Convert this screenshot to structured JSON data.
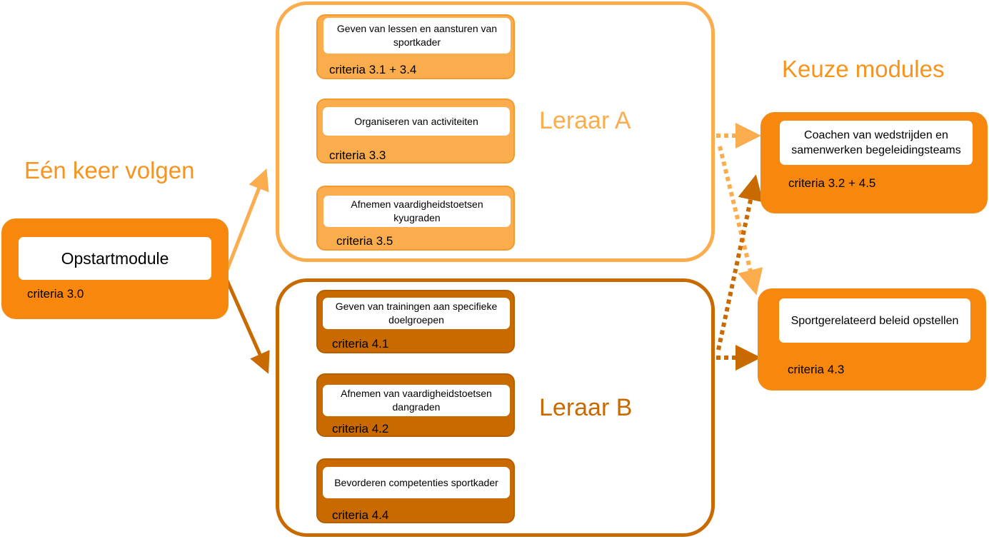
{
  "headings": {
    "once": "Eén keer volgen",
    "choice": "Keuze modules"
  },
  "start_module": {
    "title": "Opstartmodule",
    "criteria": "criteria 3.0"
  },
  "group_a": {
    "label": "Leraar A",
    "modules": [
      {
        "title": "Geven van lessen en aansturen van sportkader",
        "criteria": "criteria 3.1 + 3.4"
      },
      {
        "title": "Organiseren van activiteiten",
        "criteria": "criteria 3.3"
      },
      {
        "title": "Afnemen vaardigheidstoetsen kyugraden",
        "criteria": "criteria 3.5"
      }
    ]
  },
  "group_b": {
    "label": "Leraar B",
    "modules": [
      {
        "title": "Geven van trainingen aan specifieke doelgroepen",
        "criteria": "criteria 4.1"
      },
      {
        "title": "Afnemen van vaardigheidstoetsen dangraden",
        "criteria": "criteria 4.2"
      },
      {
        "title": "Bevorderen competenties sportkader",
        "criteria": "criteria 4.4"
      }
    ]
  },
  "choice_modules": [
    {
      "title": "Coachen van wedstrijden en samenwerken begeleidingsteams",
      "criteria": "criteria 3.2 + 4.5"
    },
    {
      "title": "Sportgerelateerd beleid opstellen",
      "criteria": "criteria 4.3"
    }
  ],
  "colors": {
    "light_orange": "#fbad4e",
    "orange": "#f8870e",
    "dark_orange": "#c86a00",
    "heading": "#f7941d"
  }
}
